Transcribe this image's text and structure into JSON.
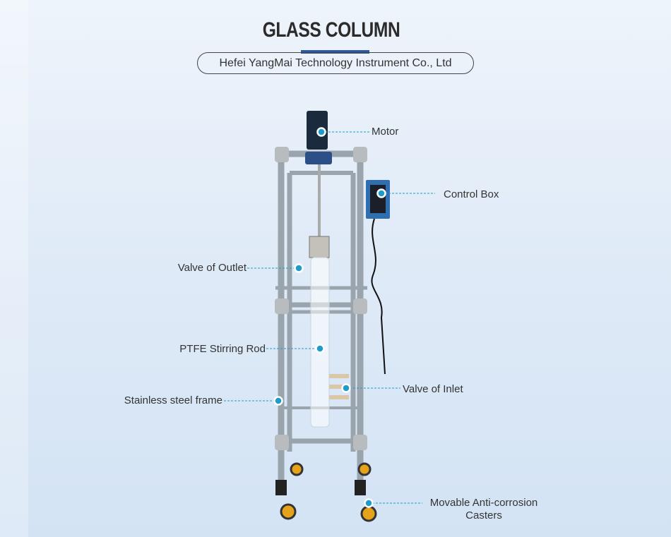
{
  "header": {
    "title": "GLASS COLUMN",
    "company": "Hefei YangMai Technology Instrument Co., Ltd"
  },
  "callouts": {
    "motor": "Motor",
    "control_box": "Control Box",
    "valve_outlet": "Valve of Outlet",
    "stirring_rod": "PTFE Stirring Rod",
    "valve_inlet": "Valve of Inlet",
    "frame": "Stainless steel frame",
    "casters_line1": "Movable Anti-corrosion",
    "casters_line2": "Casters"
  },
  "colors": {
    "accent": "#2f5a9e",
    "callout": "#1e9bc8",
    "title": "#2b2b2b"
  }
}
